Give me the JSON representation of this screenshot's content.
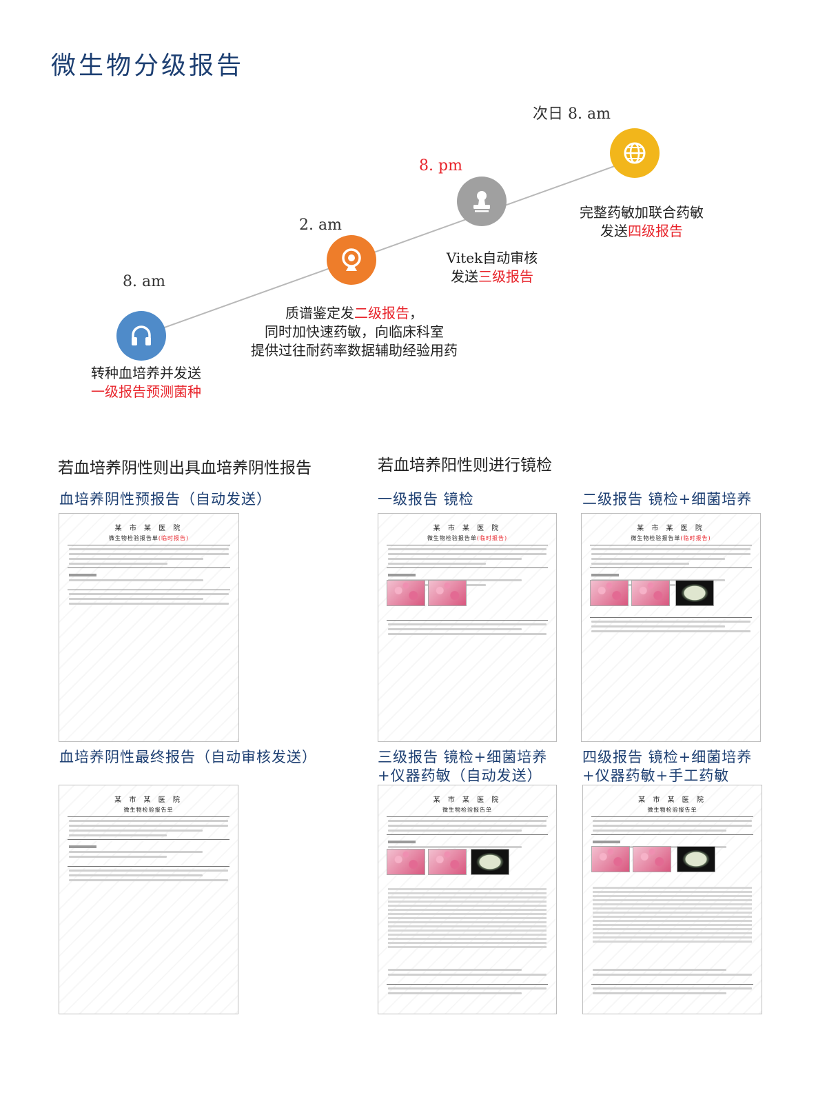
{
  "page_title": "微生物分级报告",
  "colors": {
    "title_blue": "#1d3f72",
    "highlight_red": "#e8232a",
    "node1_blue": "#4f8bc9",
    "node2_orange": "#ee7d2a",
    "node3_gray": "#a0a0a0",
    "node4_yellow": "#f2b61b"
  },
  "timeline": [
    {
      "time": "8. am",
      "icon": "headphones-icon",
      "lines": [
        {
          "pre": "转种血培养并发送",
          "hl": "",
          "post": ""
        },
        {
          "pre": "",
          "hl": "一级报告预测菌种",
          "post": ""
        }
      ]
    },
    {
      "time": "2. am",
      "icon": "webcam-icon",
      "lines": [
        {
          "pre": "质谱鉴定发",
          "hl": "二级报告",
          "post": "，"
        },
        {
          "pre": "同时加快速药敏，向临床科室",
          "hl": "",
          "post": ""
        },
        {
          "pre": "提供过往耐药率数据辅助经验用药",
          "hl": "",
          "post": ""
        }
      ]
    },
    {
      "time": "8. pm",
      "icon": "stamp-icon",
      "lines": [
        {
          "pre": "Vitek自动审核",
          "hl": "",
          "post": ""
        },
        {
          "pre": "发送",
          "hl": "三级报告",
          "post": ""
        }
      ]
    },
    {
      "time": "次日 8. am",
      "icon": "globe-icon",
      "lines": [
        {
          "pre": "完整药敏加联合药敏",
          "hl": "",
          "post": ""
        },
        {
          "pre": "发送",
          "hl": "四级报告",
          "post": ""
        }
      ]
    }
  ],
  "sections": {
    "negative": "若血培养阴性则出具血培养阴性报告",
    "positive": "若血培养阳性则进行镜检"
  },
  "reports": [
    {
      "title": "血培养阴性预报告（自动发送）"
    },
    {
      "title": "一级报告  镜检"
    },
    {
      "title": "二级报告  镜检+细菌培养"
    },
    {
      "title": "血培养阴性最终报告（自动审核发送）"
    },
    {
      "title_l1": "三级报告  镜检+细菌培养",
      "title_l2": "+仪器药敏（自动发送）"
    },
    {
      "title_l1": "四级报告  镜检+细菌培养",
      "title_l2": "+仪器药敏+手工药敏"
    }
  ],
  "doc": {
    "hospital": "某 市 某 医 院",
    "form_name": "微生物检验报告单",
    "interim_tag": "(临时报告)"
  }
}
